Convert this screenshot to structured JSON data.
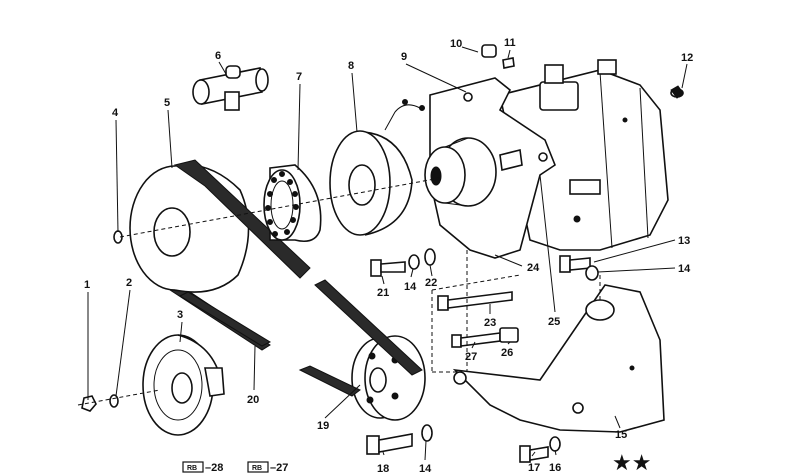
{
  "callouts": {
    "c1": "1",
    "c2": "2",
    "c3": "3",
    "c4": "4",
    "c5": "5",
    "c6": "6",
    "c7": "7",
    "c8": "8",
    "c9": "9",
    "c10": "10",
    "c11": "11",
    "c12": "12",
    "c13": "13",
    "c14a": "14",
    "c14b": "14",
    "c14c": "14",
    "c15": "15",
    "c16": "16",
    "c17": "17",
    "c18": "18",
    "c19": "19",
    "c20": "20",
    "c21": "21",
    "c22": "22",
    "c23": "23",
    "c24": "24",
    "c25": "25",
    "c26": "26",
    "c27": "27"
  },
  "footer": {
    "ref_a_box": "RB",
    "ref_a_text": "–28",
    "ref_b_box": "RB",
    "ref_b_text": "–27",
    "stars": "★★"
  }
}
